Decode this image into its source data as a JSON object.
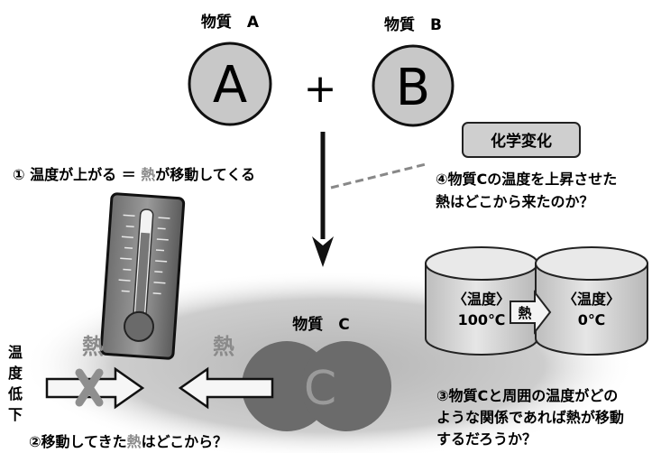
{
  "substances": {
    "a_label": "物質　A",
    "b_label": "物質　B",
    "a_letter": "A",
    "b_letter": "B",
    "plus": "+",
    "c_label": "物質　C",
    "c_letter": "C"
  },
  "chemical_change": "化学変化",
  "step1": {
    "prefix": "① 温度が上がる ＝ ",
    "heat_word": "熱",
    "suffix": "が移動してくる"
  },
  "step4": {
    "line1": "④物質Cの温度を上昇させた",
    "line2": "熱はどこから来たのか？"
  },
  "cylinders": {
    "left_top": "〈温度〉",
    "left_bottom": "100℃",
    "right_top": "〈温度〉",
    "right_bottom": "0℃",
    "arrow_label": "熱"
  },
  "heat_labels": {
    "blocked": "熱",
    "arrow": "熱"
  },
  "temp_drop": [
    "温",
    "度",
    "低",
    "下"
  ],
  "step2": {
    "prefix": "②移動してきた",
    "heat_word": "熱",
    "suffix": "はどこから？"
  },
  "step3": {
    "line1": "③物質Cと周囲の温度がどの",
    "line2": "ような関係であれば熱が移動",
    "line3": "するだろうか？"
  },
  "colors": {
    "circle_fill": "#c8c8c8",
    "heat_gray": "#8a8a8a",
    "cross_gray": "#8f8f8f"
  }
}
